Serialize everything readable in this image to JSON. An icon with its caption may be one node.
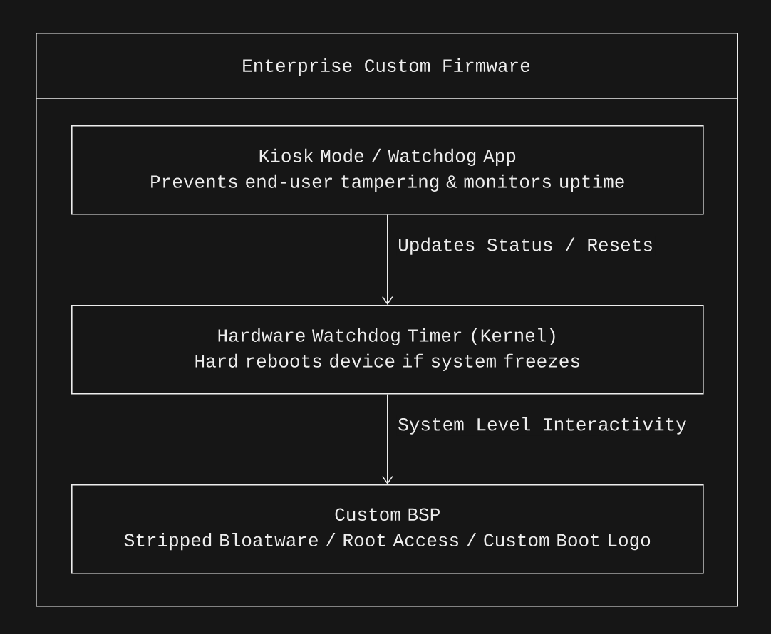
{
  "diagram": {
    "nodes": [
      {
        "text": [
          "Enterprise Custom Firmware"
        ]
      },
      {
        "text": [
          "Kiosk Mode / Watchdog App",
          "Prevents end-user tampering & monitors uptime"
        ],
        "in": 0
      },
      {
        "text": [
          "Hardware Watchdog Timer (Kernel)",
          "Hard reboots device if system freezes"
        ],
        "in": 0
      },
      {
        "text": [
          "Custom BSP",
          "Stripped Bloatware / Root Access / Custom Boot Logo"
        ],
        "in": 0
      }
    ],
    "edges": [
      {
        "from": 1,
        "to": 2,
        "arrow": "to",
        "label": "Updates Status / Resets"
      },
      {
        "from": 2,
        "to": 3,
        "arrow": "to",
        "label": "System Level Interactivity"
      }
    ]
  }
}
